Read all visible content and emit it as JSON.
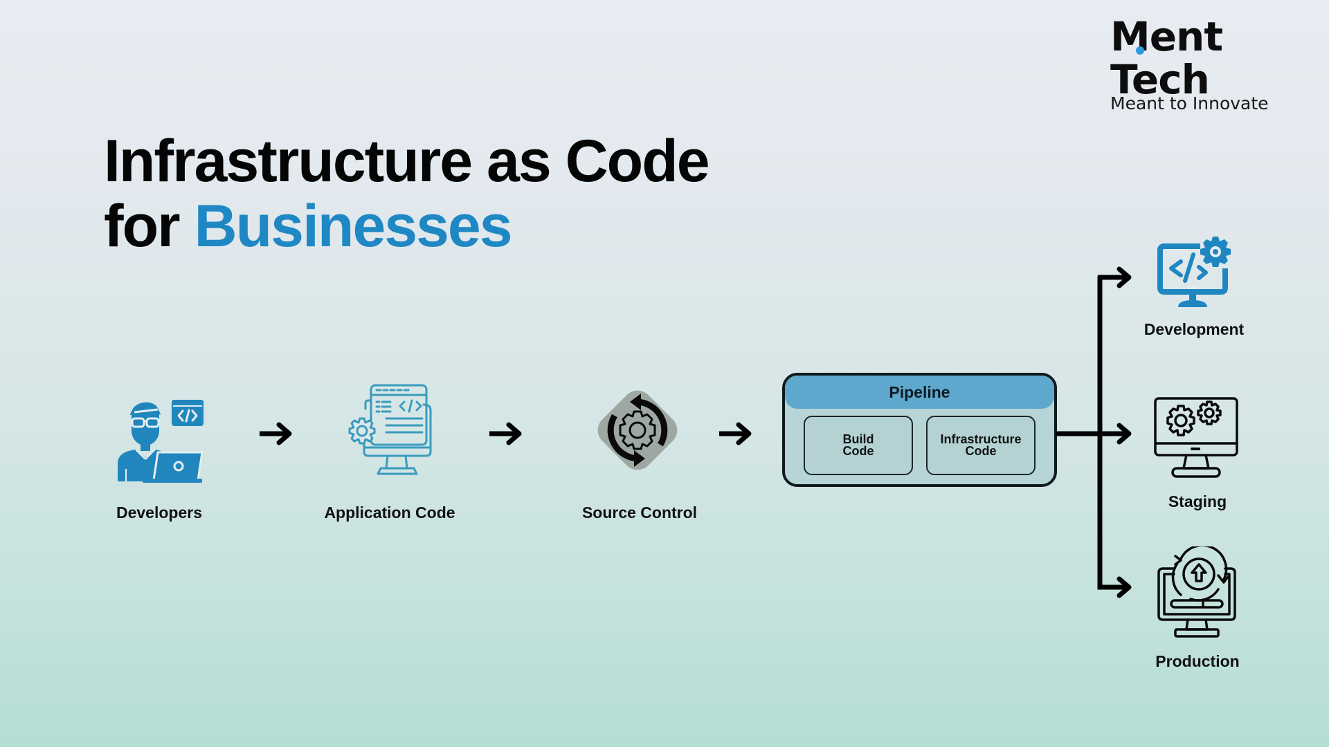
{
  "brand": {
    "name": "Ment Tech",
    "tagline": "Meant to Innovate",
    "accent_color": "#2a9be0"
  },
  "title": {
    "line1": "Infrastructure as Code",
    "line2_prefix": "for",
    "line2_accent": "Businesses",
    "accent_color": "#1f88c4"
  },
  "flow": {
    "steps": [
      {
        "label": "Developers",
        "icon": "developer-icon"
      },
      {
        "label": "Application Code",
        "icon": "application-code-icon"
      },
      {
        "label": "Source Control",
        "icon": "source-control-icon"
      }
    ],
    "pipeline": {
      "title": "Pipeline",
      "stages": [
        {
          "line1": "Build",
          "line2": "Code"
        },
        {
          "line1": "Infrastructure",
          "line2": "Code"
        }
      ]
    },
    "environments": [
      {
        "label": "Development",
        "icon": "development-monitor-icon"
      },
      {
        "label": "Staging",
        "icon": "staging-monitor-icon"
      },
      {
        "label": "Production",
        "icon": "production-monitor-icon"
      }
    ]
  }
}
